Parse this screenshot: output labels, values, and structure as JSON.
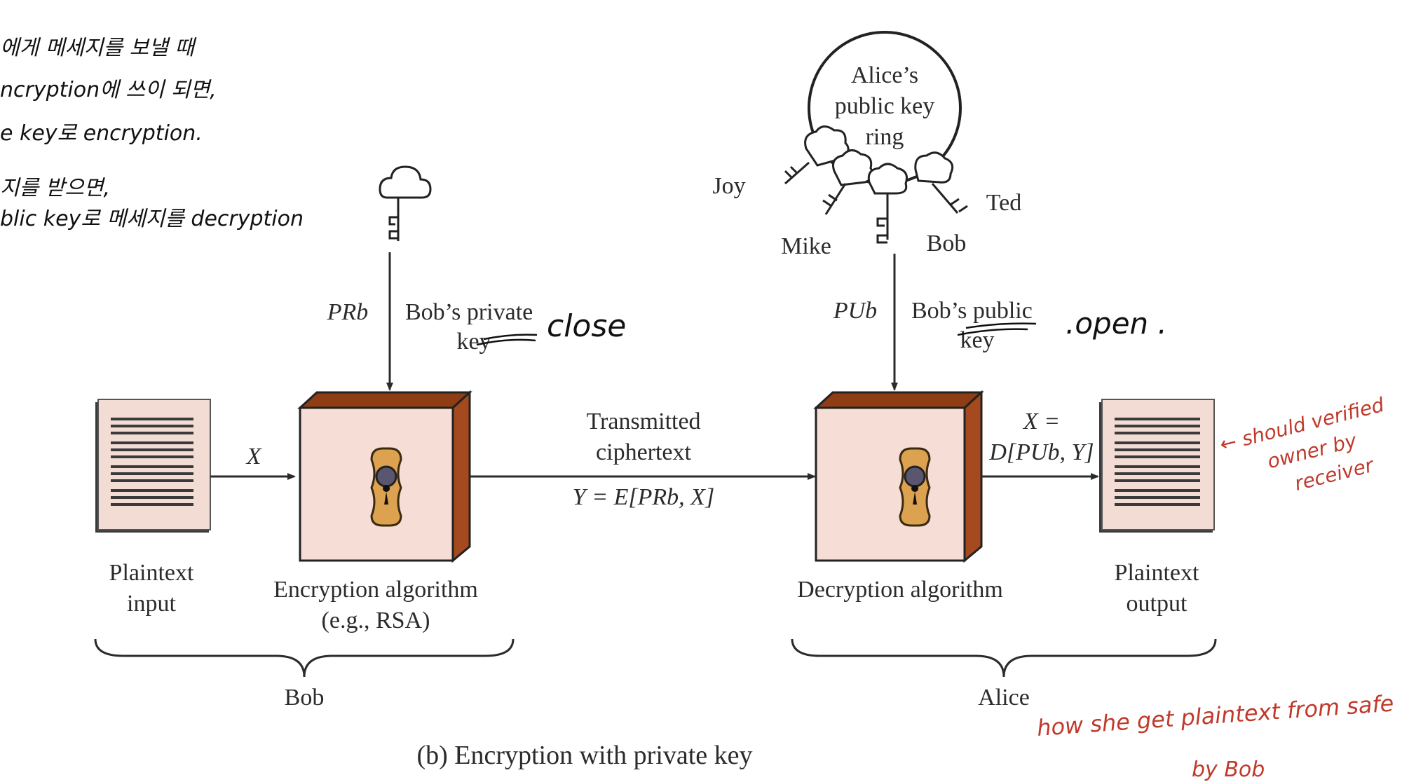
{
  "diagram": {
    "caption": "(b) Encryption with private key",
    "plaintext_input_label": [
      "Plaintext",
      "input"
    ],
    "encryption_label": [
      "Encryption algorithm",
      "(e.g., RSA)"
    ],
    "transmitted_label": [
      "Transmitted",
      "ciphertext"
    ],
    "cipher_formula": "Y = E[PRb, X]",
    "decryption_label": "Decryption algorithm",
    "decryption_formula": [
      "X =",
      "D[PUb, Y]"
    ],
    "plaintext_output_label": [
      "Plaintext",
      "output"
    ],
    "x_label": "X",
    "pr_label": "PRb",
    "private_key_label": [
      "Bob’s private",
      "key"
    ],
    "pu_label": "PUb",
    "public_key_label": [
      "Bob’s public",
      "key"
    ],
    "keyring_label": [
      "Alice’s",
      "public key",
      "ring"
    ],
    "keyring_names": [
      "Joy",
      "Mike",
      "Bob",
      "Ted"
    ],
    "group_left": "Bob",
    "group_right": "Alice"
  },
  "annotations": {
    "korean_notes": [
      "에게  메세지를 보낼 때",
      "ncryption에 쓰이 되면,",
      "e key로  encryption.",
      "지를 받으면,",
      "blic key로 메세지를  decryption"
    ],
    "close_note": "close",
    "open_note": ".open .",
    "verified_note": [
      "← should verified",
      "owner by",
      "receiver"
    ],
    "how_note": "how she get plaintext from safe !",
    "by_note": "by Bob"
  },
  "colors": {
    "box_fill": "#f6ddd5",
    "box_top": "#8e3d14",
    "box_side": "#a44a1e",
    "lock": "#dca24f",
    "doc_fill": "#f3dcd4",
    "annotation_red": "#c0392b"
  }
}
